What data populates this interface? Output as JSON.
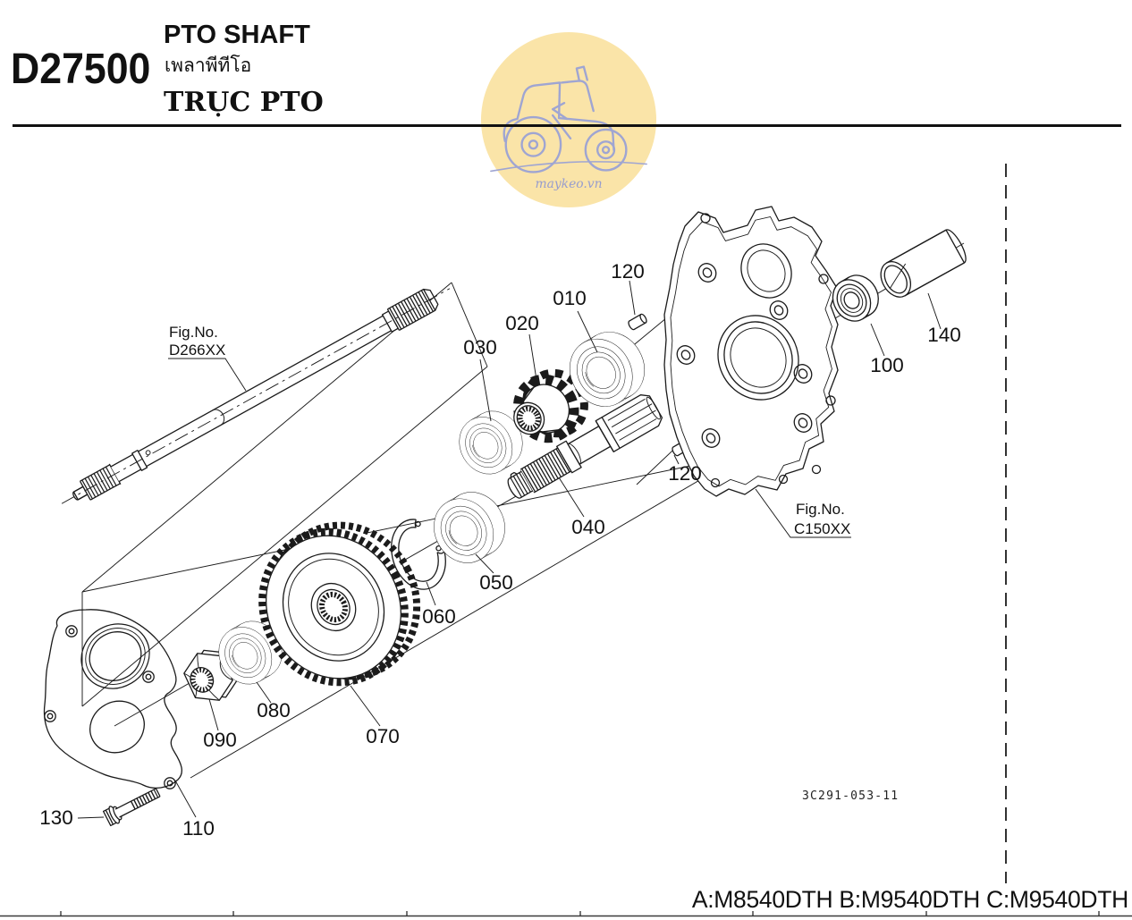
{
  "header": {
    "code": "D27500",
    "title": "PTO SHAFT",
    "subtitle_thai": "เพลาพีทีโอ",
    "subtitle_vi": "TRỤC PTO"
  },
  "watermark": {
    "label": "maykeo.vn",
    "bg": "#fae4a8",
    "ink": "#9fa5d2"
  },
  "callouts": {
    "c010": "010",
    "c020": "020",
    "c030": "030",
    "c040": "040",
    "c050": "050",
    "c060": "060",
    "c070": "070",
    "c080": "080",
    "c090": "090",
    "c100": "100",
    "c110": "110",
    "c120a": "120",
    "c120b": "120",
    "c130": "130",
    "c140": "140"
  },
  "fig_refs": {
    "shaft": {
      "line1": "Fig.No.",
      "line2": "D266XX"
    },
    "case": {
      "line1": "Fig.No.",
      "line2": "C150XX"
    }
  },
  "drawing_number": "3C291-053-11",
  "models": "A:M8540DTH B:M9540DTH C:M9540DTH"
}
